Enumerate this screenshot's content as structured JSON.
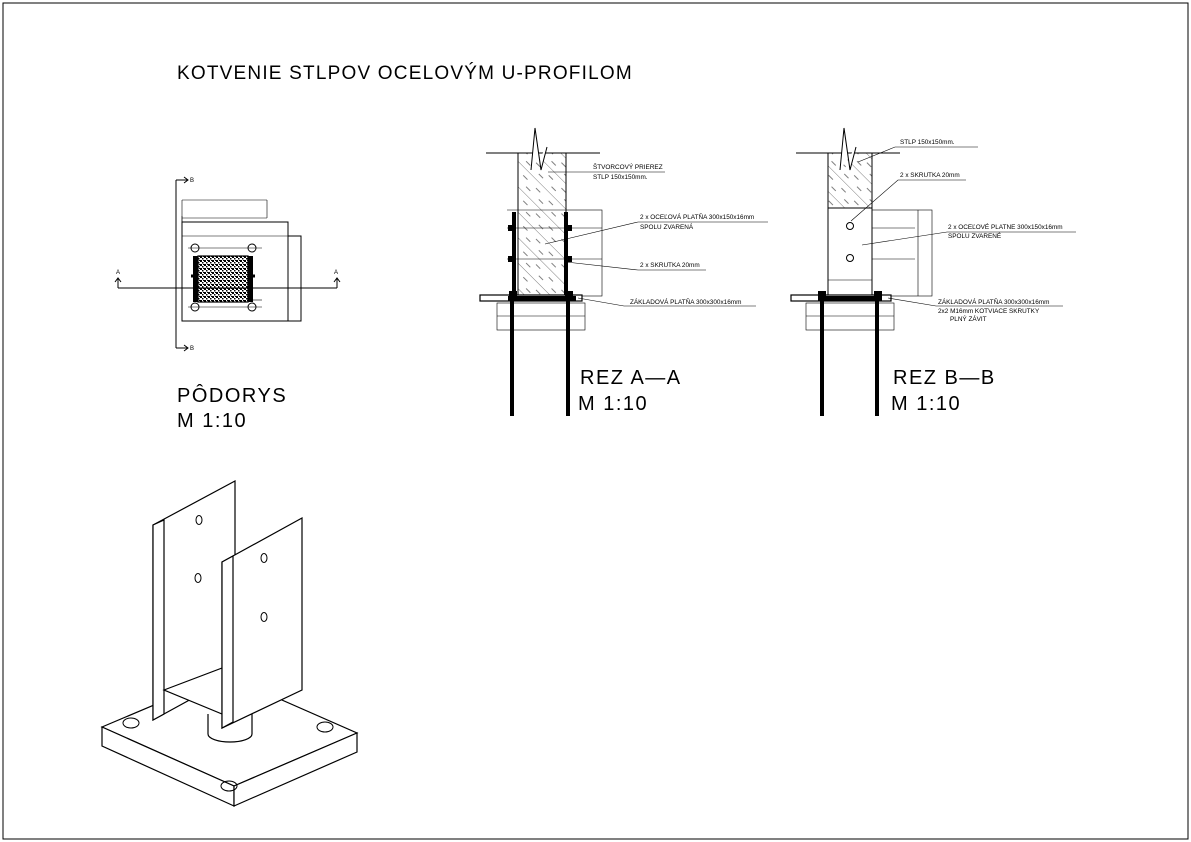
{
  "title": "KOTVENIE STLPOV OCELOVÝM U-PROFILOM",
  "views": {
    "plan": {
      "name": "PÔDORYS",
      "scale": "M 1:10",
      "section_a_left": "A",
      "section_a_right": "A",
      "section_b_top": "B",
      "section_b_bottom": "B"
    },
    "section_aa": {
      "name": "REZ A—A",
      "scale": "M 1:10",
      "labels": {
        "cross_section_line1": "ŠTVORCOVÝ PRIEREZ",
        "cross_section_line2": "STLP  150x150mm.",
        "plates_line1": "2 x OCEĽOVÁ PLATŇA 300x150x16mm",
        "plates_line2": "SPOLU ZVARENÁ",
        "screws": "2 x SKRUTKA 20mm",
        "base_plate": "ZÁKLADOVÁ PLATŇA 300x300x16mm"
      }
    },
    "section_bb": {
      "name": "REZ B—B",
      "scale": "M 1:10",
      "labels": {
        "post": "STLP  150x150mm.",
        "screws": "2 x SKRUTKA 20mm",
        "plates_line1": "2 x OCEĽOVÉ PLATNE 300x150x16mm",
        "plates_line2": "SPOLU ZVARENÉ",
        "base_plate": "ZÁKLADOVÁ PLATŇA 300x300x16mm",
        "anchors_line1": "2x2 M16mm KOTVIACE SKRUTKY",
        "anchors_line2": "PLNÝ ZÁVIT"
      }
    }
  },
  "colors": {
    "ink": "#000000",
    "paper": "#ffffff"
  }
}
